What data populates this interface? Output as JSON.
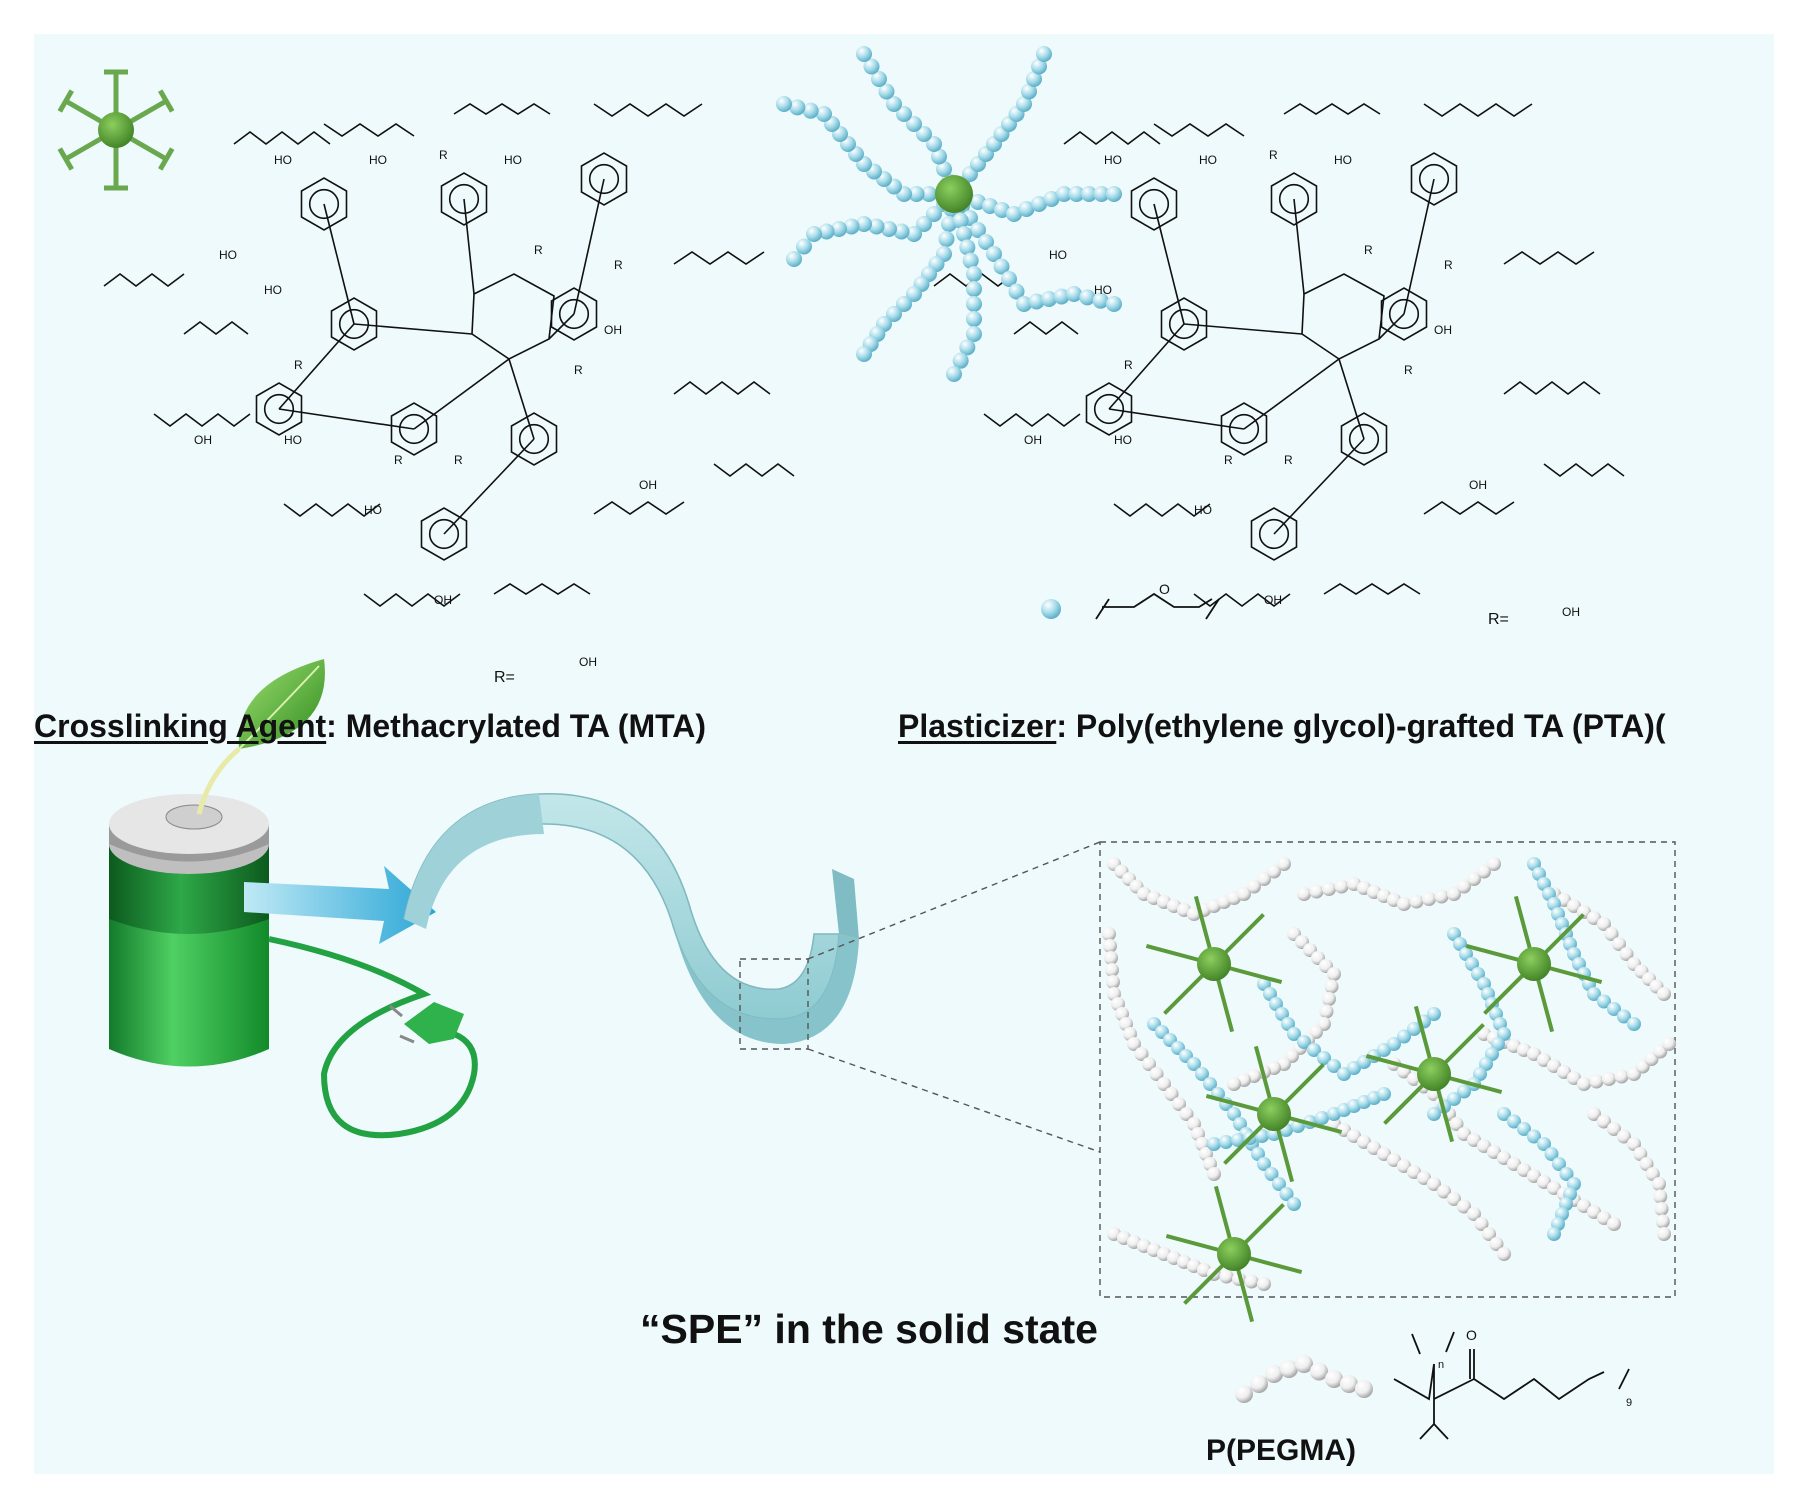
{
  "captions": {
    "crosslinker_term": "Crosslinking Agent",
    "crosslinker_desc": ": Methacrylated TA (MTA)",
    "plasticizer_term": "Plasticizer",
    "plasticizer_desc": ": Poly(ethylene glycol)-grafted TA (PTA)(",
    "spe": "“SPE” in the solid state",
    "ppegma": "P(PEGMA)"
  },
  "chem_labels": {
    "r_eq": "R=",
    "ho": "HO",
    "oh": "OH",
    "o": "O",
    "r": "R",
    "n": "n",
    "nine": "9"
  },
  "colors": {
    "background": "#eefafb",
    "crosslinker_green": "#5a9a3a",
    "bead_blue": "#8fd0e0",
    "bead_white": "#f4f4f4",
    "battery_green": "#2db34a",
    "membrane": "#a9dbe0",
    "arrow": "#3fb4dc"
  }
}
